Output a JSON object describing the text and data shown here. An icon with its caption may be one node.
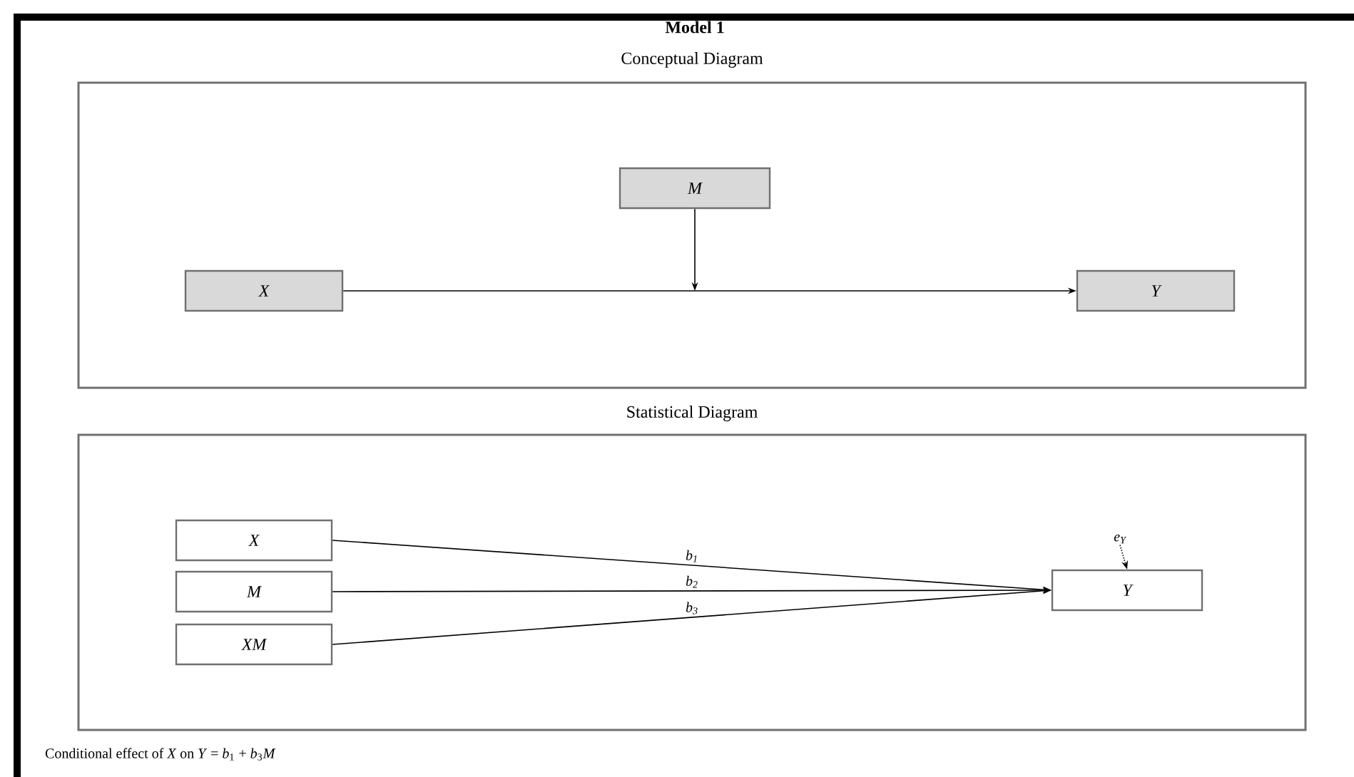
{
  "diagram": {
    "title": "Model 1",
    "caption": "Conditional effect of *X* on *Y* = *b*$_{1}$ + *b*$_{3}$*M*",
    "nodes": [
      {
        "text": [
          "Conceptual Diagram"
        ]
      },
      {
        "text": [
          "M"
        ],
        "in": 0
      },
      {
        "text": [
          "X"
        ],
        "in": 0
      },
      {
        "text": [
          "Y"
        ],
        "in": 0
      },
      {
        "text": [
          "Statistical Diagram"
        ]
      },
      {
        "text": [
          "X"
        ],
        "in": 4
      },
      {
        "text": [
          "M"
        ],
        "in": 4
      },
      {
        "text": [
          "XM"
        ],
        "in": 4
      },
      {
        "text": [
          "Y"
        ],
        "in": 4
      },
      {
        "text": [
          "e$_{Y}$"
        ],
        "in": 4
      }
    ],
    "edges": [
      {
        "from": 2,
        "to": 3,
        "arrow": "to"
      },
      {
        "from": 1,
        "to": null,
        "arrow": "to"
      },
      {
        "from": 5,
        "to": 8,
        "arrow": "to",
        "label": "b$_{1}$"
      },
      {
        "from": 6,
        "to": 8,
        "arrow": "to",
        "label": "b$_{2}$"
      },
      {
        "from": 7,
        "to": 8,
        "arrow": "to",
        "label": "b$_{3}$"
      },
      {
        "from": 9,
        "to": 8,
        "arrow": "to",
        "style": "dashed"
      }
    ]
  }
}
